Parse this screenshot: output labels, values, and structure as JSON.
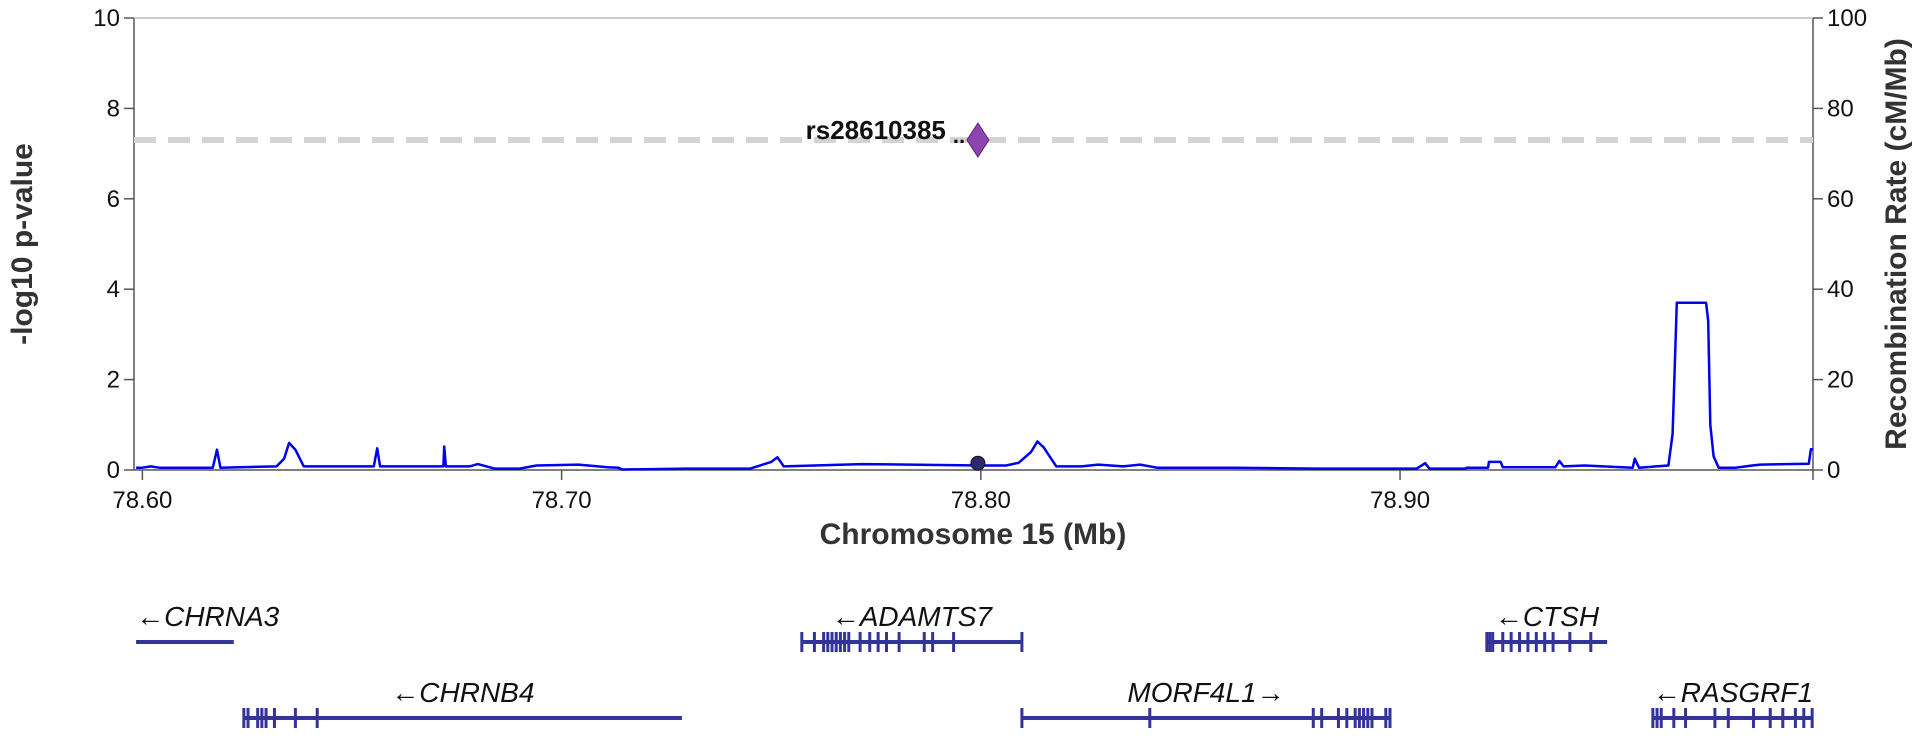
{
  "chart_data": {
    "type": "scatter",
    "xlabel": "Chromosome 15 (Mb)",
    "ylabel": "-log10 p-value",
    "y2label": "Recombination Rate (cM/Mb)",
    "xlim": [
      78.598,
      78.9985
    ],
    "ylim": [
      0,
      10
    ],
    "y2lim": [
      0,
      100
    ],
    "x_ticks": [
      78.6,
      78.7,
      78.8,
      78.9
    ],
    "x_tick_labels": [
      "78.60",
      "78.70",
      "78.80",
      "78.90"
    ],
    "y_ticks": [
      0,
      2,
      4,
      6,
      8,
      10
    ],
    "y2_ticks": [
      0,
      20,
      40,
      60,
      80,
      100
    ],
    "significance_line": 7.3,
    "lead_snp": {
      "label": "rs28610385",
      "x": 78.7993,
      "y": 7.3,
      "color": "#8e44ad"
    },
    "points": [
      {
        "x": 78.7993,
        "y": 0.15
      }
    ],
    "recombination_rate": [
      [
        78.5985,
        0.5
      ],
      [
        78.6,
        0.5
      ],
      [
        78.602,
        0.8
      ],
      [
        78.604,
        0.5
      ],
      [
        78.6168,
        0.5
      ],
      [
        78.6178,
        4.5
      ],
      [
        78.6186,
        0.5
      ],
      [
        78.632,
        0.8
      ],
      [
        78.6338,
        2.5
      ],
      [
        78.635,
        6.0
      ],
      [
        78.6365,
        4.5
      ],
      [
        78.6385,
        0.8
      ],
      [
        78.6552,
        0.8
      ],
      [
        78.656,
        4.8
      ],
      [
        78.6567,
        0.8
      ],
      [
        78.6718,
        0.8
      ],
      [
        78.672,
        5.2
      ],
      [
        78.6724,
        0.8
      ],
      [
        78.678,
        0.8
      ],
      [
        78.68,
        1.3
      ],
      [
        78.684,
        0.3
      ],
      [
        78.69,
        0.3
      ],
      [
        78.694,
        1.0
      ],
      [
        78.704,
        1.2
      ],
      [
        78.711,
        0.6
      ],
      [
        78.7135,
        0.5
      ],
      [
        78.7145,
        0.1
      ],
      [
        78.73,
        0.3
      ],
      [
        78.745,
        0.3
      ],
      [
        78.75,
        1.8
      ],
      [
        78.7515,
        2.8
      ],
      [
        78.753,
        0.8
      ],
      [
        78.7715,
        1.3
      ],
      [
        78.8,
        1.0
      ],
      [
        78.806,
        1.0
      ],
      [
        78.809,
        1.6
      ],
      [
        78.812,
        4.0
      ],
      [
        78.8135,
        6.3
      ],
      [
        78.815,
        5.0
      ],
      [
        78.818,
        0.8
      ],
      [
        78.824,
        0.8
      ],
      [
        78.828,
        1.2
      ],
      [
        78.834,
        0.8
      ],
      [
        78.838,
        1.2
      ],
      [
        78.842,
        0.5
      ],
      [
        78.86,
        0.5
      ],
      [
        78.88,
        0.3
      ],
      [
        78.904,
        0.3
      ],
      [
        78.906,
        1.5
      ],
      [
        78.907,
        0.3
      ],
      [
        78.9155,
        0.3
      ],
      [
        78.916,
        0.5
      ],
      [
        78.921,
        0.5
      ],
      [
        78.9212,
        1.8
      ],
      [
        78.924,
        1.8
      ],
      [
        78.9245,
        0.6
      ],
      [
        78.937,
        0.6
      ],
      [
        78.938,
        2.0
      ],
      [
        78.939,
        0.8
      ],
      [
        78.944,
        1.0
      ],
      [
        78.9555,
        0.5
      ],
      [
        78.956,
        2.5
      ],
      [
        78.957,
        0.5
      ],
      [
        78.964,
        1.0
      ],
      [
        78.965,
        8.0
      ],
      [
        78.966,
        37.0
      ],
      [
        78.973,
        37.0
      ],
      [
        78.9735,
        33.0
      ],
      [
        78.974,
        10.0
      ],
      [
        78.9748,
        3.0
      ],
      [
        78.976,
        0.5
      ],
      [
        78.98,
        0.5
      ],
      [
        78.984,
        1.0
      ],
      [
        78.986,
        1.2
      ],
      [
        78.9975,
        1.4
      ],
      [
        78.998,
        4.6
      ],
      [
        78.9985,
        4.6
      ]
    ],
    "genes": [
      {
        "label": "←CHRNA3",
        "start": 78.5985,
        "end": 78.6218,
        "row": 0,
        "exons": []
      },
      {
        "label": "←ADAMTS7",
        "start": 78.7573,
        "end": 78.8098,
        "row": 0,
        "exons": [
          78.7573,
          78.7603,
          78.7625,
          78.7635,
          78.7645,
          78.7655,
          78.7665,
          78.7675,
          78.7685,
          78.7712,
          78.7735,
          78.7755,
          78.7775,
          78.7805,
          78.7865,
          78.7885,
          78.7935,
          78.8098
        ]
      },
      {
        "label": "←CTSH",
        "start": 78.9207,
        "end": 78.9494,
        "row": 0,
        "exons": [
          78.9207,
          78.9214,
          78.9221,
          78.9245,
          78.9265,
          78.9285,
          78.9305,
          78.9325,
          78.9345,
          78.9365,
          78.9405,
          78.9455
        ]
      },
      {
        "label": "←CHRNB4",
        "start": 78.6242,
        "end": 78.7287,
        "row": 1,
        "exons": [
          78.6242,
          78.6252,
          78.6275,
          78.6285,
          78.6295,
          78.6315,
          78.6365,
          78.6417
        ]
      },
      {
        "label": "MORF4L1→",
        "start": 78.8098,
        "end": 78.8976,
        "row": 1,
        "exons": [
          78.8098,
          78.8403,
          78.8793,
          78.8813,
          78.8853,
          78.8873,
          78.8893,
          78.8903,
          78.8913,
          78.8923,
          78.8933,
          78.8966,
          78.8976
        ]
      },
      {
        "label": "←RASGRF1",
        "start": 78.9603,
        "end": 78.9985,
        "row": 1,
        "exons": [
          78.9603,
          78.9613,
          78.9623,
          78.9653,
          78.9681,
          78.9751,
          78.9783,
          78.9843,
          78.9883,
          78.9913,
          78.9943,
          78.9963,
          78.9983
        ]
      }
    ]
  },
  "colors": {
    "recombination": "#0000ee",
    "gene": "#333399",
    "point": "#2c2a6e",
    "lead_snp": "#8e44ad",
    "significance": "#d3d3d3",
    "axis": "#555555"
  }
}
